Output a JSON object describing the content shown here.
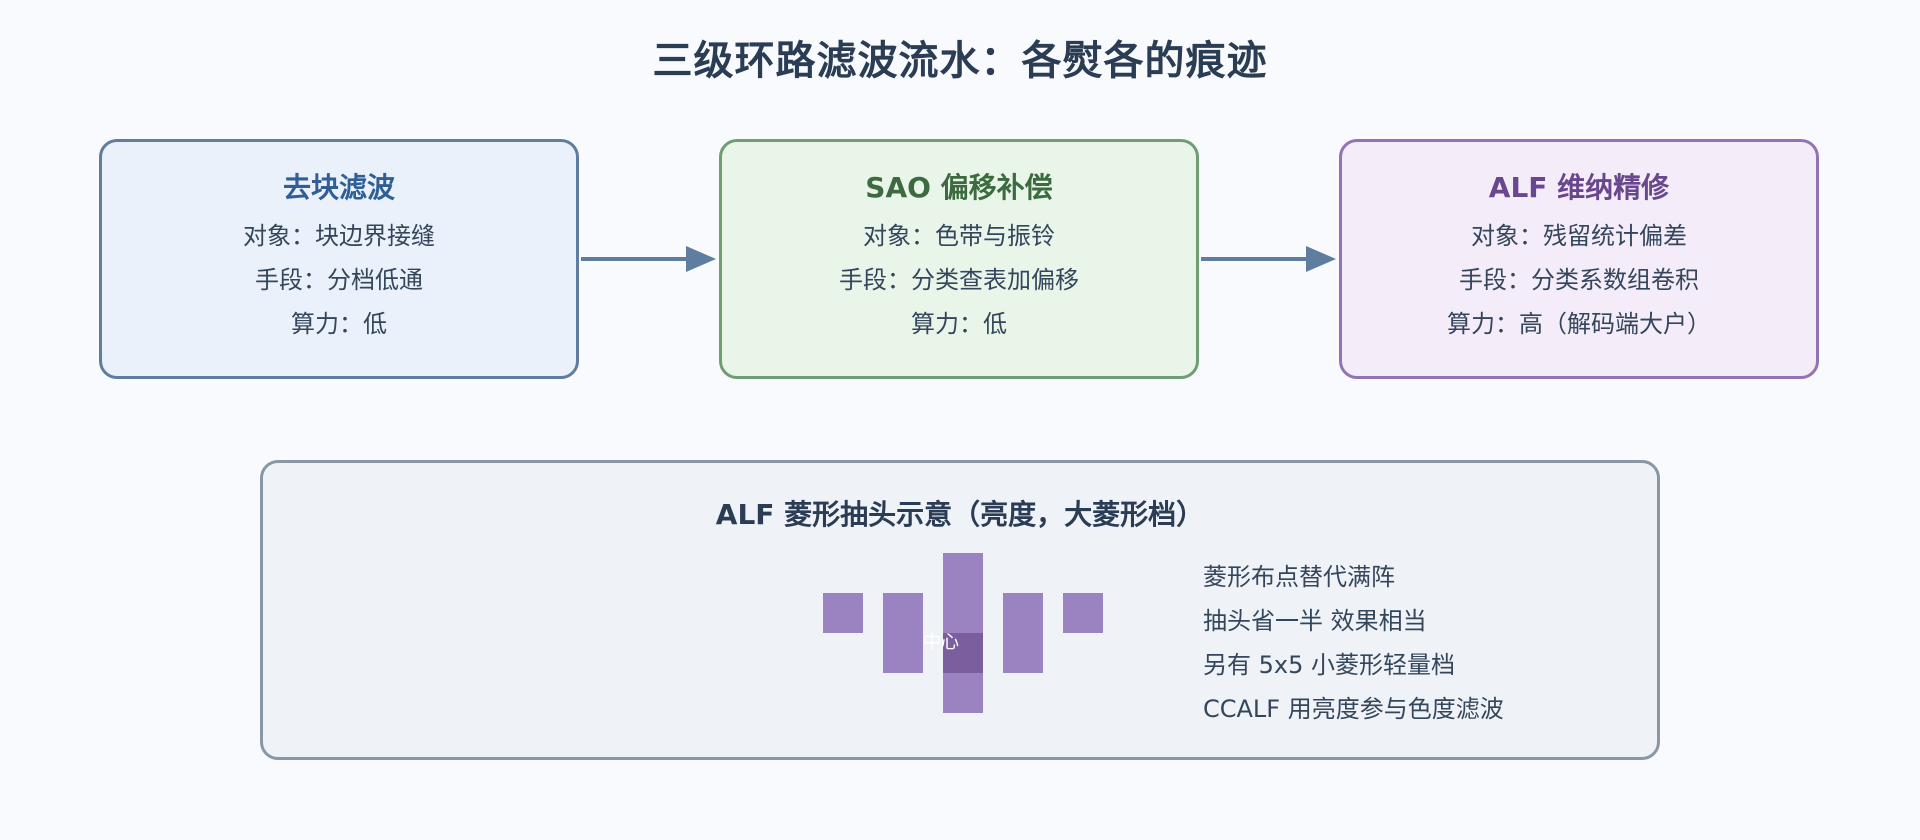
{
  "title": "三级环路滤波流水：各熨各的痕迹",
  "stages": [
    {
      "title": "去块滤波",
      "lines": [
        "对象：块边界接缝",
        "手段：分档低通",
        "算力：低"
      ],
      "color": "#2f5f96"
    },
    {
      "title": "SAO 偏移补偿",
      "lines": [
        "对象：色带与振铃",
        "手段：分类查表加偏移",
        "算力：低"
      ],
      "color": "#3d6b40"
    },
    {
      "title": "ALF 维纳精修",
      "lines": [
        "对象：残留统计偏差",
        "手段：分类系数组卷积",
        "算力：高（解码端大户）"
      ],
      "color": "#69478f"
    }
  ],
  "detail": {
    "title": "ALF 菱形抽头示意（亮度，大菱形档）",
    "center_label": "中心",
    "notes": [
      "菱形布点替代满阵",
      "抽头省一半 效果相当",
      "另有 5x5 小菱形轻量档",
      "CCALF 用亮度参与色度滤波"
    ],
    "tap_color": "#9b82c0",
    "center_color": "#7b5e9e"
  },
  "arrow_color": "#5f7d9e"
}
